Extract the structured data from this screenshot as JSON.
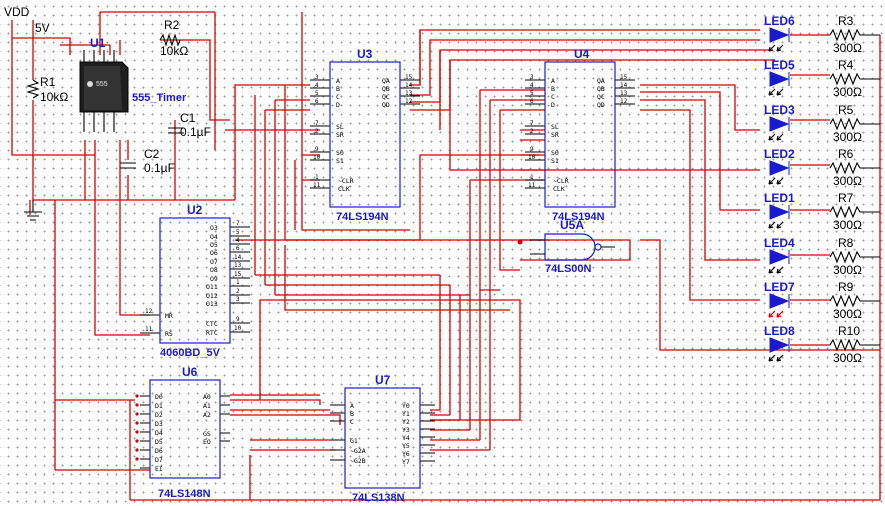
{
  "power": {
    "vdd": "VDD",
    "voltage": "5V"
  },
  "components": {
    "u1": {
      "ref": "U1",
      "part": "555_Timer",
      "marking": "555"
    },
    "r1": {
      "ref": "R1",
      "value": "10kΩ"
    },
    "r2": {
      "ref": "R2",
      "value": "10kΩ"
    },
    "c1": {
      "ref": "C1",
      "value": "0.1µF"
    },
    "c2": {
      "ref": "C2",
      "value": "0.1µF"
    },
    "u2": {
      "ref": "U2",
      "part": "4060BD_5V"
    },
    "u3": {
      "ref": "U3",
      "part": "74LS194N"
    },
    "u4": {
      "ref": "U4",
      "part": "74LS194N"
    },
    "u5a": {
      "ref": "U5A",
      "part": "74LS00N"
    },
    "u6": {
      "ref": "U6",
      "part": "74LS148N"
    },
    "u7": {
      "ref": "U7",
      "part": "74LS138N"
    }
  },
  "leds": [
    {
      "ref": "LED6",
      "resistor": "R3",
      "value": "300Ω",
      "lit": false
    },
    {
      "ref": "LED5",
      "resistor": "R4",
      "value": "300Ω",
      "lit": false
    },
    {
      "ref": "LED3",
      "resistor": "R5",
      "value": "300Ω",
      "lit": false
    },
    {
      "ref": "LED2",
      "resistor": "R6",
      "value": "300Ω",
      "lit": false
    },
    {
      "ref": "LED1",
      "resistor": "R7",
      "value": "300Ω",
      "lit": false
    },
    {
      "ref": "LED4",
      "resistor": "R8",
      "value": "300Ω",
      "lit": false
    },
    {
      "ref": "LED7",
      "resistor": "R9",
      "value": "300Ω",
      "lit": true
    },
    {
      "ref": "LED8",
      "resistor": "R10",
      "value": "300Ω",
      "lit": false
    }
  ],
  "colors": {
    "wire": "#d40000",
    "symbol": "#1a1ad0",
    "lit_ray": "#e00000",
    "unlit_ray": "#000000"
  }
}
